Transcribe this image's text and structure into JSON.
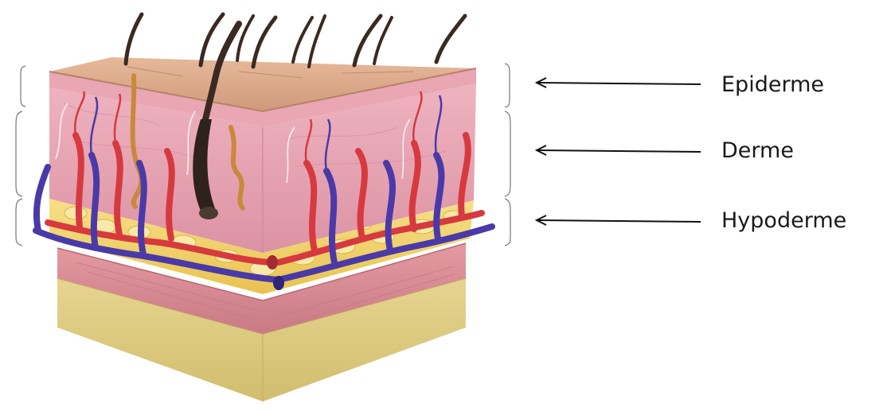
{
  "diagram": {
    "labels": {
      "epidermis": "Epiderme",
      "dermis": "Derme",
      "hypodermis": "Hypoderme"
    },
    "colors": {
      "epidermis_top": "#d9a98a",
      "epidermis_front": "#e8a7b3",
      "dermis": "#e6a0b0",
      "fat": "#f2d36a",
      "muscle": "#d98a93",
      "base": "#e0cf8a",
      "artery": "#d63a3f",
      "vein": "#4a3aa8",
      "hair": "#3a2a22",
      "gland": "#c88a3a"
    }
  }
}
